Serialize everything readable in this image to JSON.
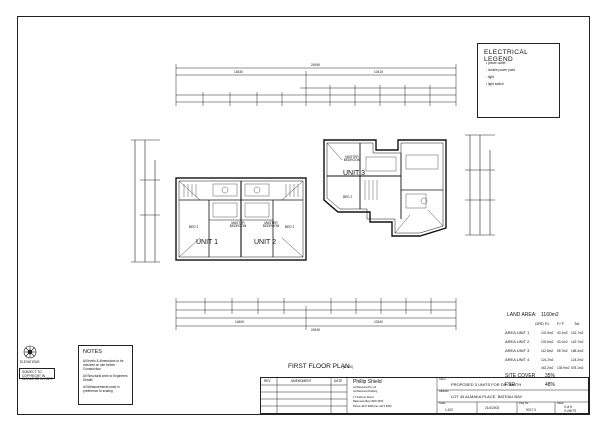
{
  "legend": {
    "title": "ELECTRICAL LEGEND",
    "items": [
      {
        "symbol": "•",
        "text": "power outlet"
      },
      {
        "symbol": "▫",
        "text": "double power point"
      },
      {
        "symbol": "◦",
        "text": "light"
      },
      {
        "symbol": "•",
        "text": "light switch"
      }
    ]
  },
  "plan": {
    "title": "FIRST FLOOR PLAN",
    "scale": "(1:100)",
    "units": {
      "u1": "UNIT 1",
      "u2": "UNIT 2",
      "u3": "UNIT 3"
    },
    "rooms": {
      "master_bed_1": "MASTER BEDROOM",
      "master_bed_2": "MASTER BEDROOM",
      "master_bed_3": "MASTER BEDROOM",
      "bed2_a": "BED 2",
      "bed2_b": "BED 2",
      "bed2_c": "BED 2"
    },
    "dims_top": {
      "overall": "24945",
      "left": "14530",
      "right": "10415"
    },
    "dims_bottom": {
      "overall": "24945",
      "left": "14605",
      "right": "10340"
    }
  },
  "areas": {
    "land_area_label": "LAND AREA:",
    "land_area_value": "1160m2",
    "gfa_label": "GRD FL",
    "gfa_col2": "F/ F",
    "gfa_col3": "Tot",
    "rows": [
      {
        "label": "AREA UNIT 1",
        "a": "102.6m2",
        "b": "40.1m2",
        "c": "142.7m2"
      },
      {
        "label": "AREA UNIT 2",
        "a": "102.6m2",
        "b": "40.1m2",
        "c": "142.7m2"
      },
      {
        "label": "AREA UNIT 3",
        "a": "112.8m2",
        "b": "55.7m2",
        "c": "168.4m2"
      },
      {
        "label": "AREA UNIT 4",
        "a": "124.2m2",
        "b": "",
        "c": "124.2m2"
      }
    ],
    "total_a": "442.2m2",
    "total_b": "135.9m2",
    "total_c": "578.1m2",
    "site_cover_label": "SITE COVER",
    "site_cover_value": "35%",
    "fsr_label": "FSR",
    "fsr_value": "48%"
  },
  "notes": {
    "title": "NOTES",
    "items": [
      "All levels & dimensions to be checked on site before Construction",
      "All Structural work to Engineers Details",
      "All Measurements used in preference to scaling"
    ]
  },
  "north": {
    "label": "ELEVATIONS"
  },
  "stamp": {
    "text": "SUBJECT TO COPYRIGHT IN WHOLE OR IN PART"
  },
  "titleblock": {
    "rev_label": "REV",
    "amendment_label": "AMENDMENT",
    "date_label": "DATE",
    "firm_name": "Phillip Shield",
    "firm_lines": [
      "Architectural Pty Ltd",
      "Architectural Drafting",
      "17 Kalimna Street",
      "Batemans Bay NSW 2536",
      "Phone 4472 6066  Fax 4472 6066"
    ],
    "client_label": "Client",
    "client": "PROPOSED 3 UNITS FOR DR. SMITH",
    "address_label": "Address",
    "address": "LOT 44 ALMAKA PLACE, BATEAU BAY",
    "scale_label": "Scale",
    "scale": "1:100",
    "date": "21/4/2003",
    "dwg_label": "Dwg No.",
    "dwg": "5017.3",
    "sheet_label": "Sheet",
    "sheet": "3 of 6",
    "units_label": "3 UNITS"
  }
}
